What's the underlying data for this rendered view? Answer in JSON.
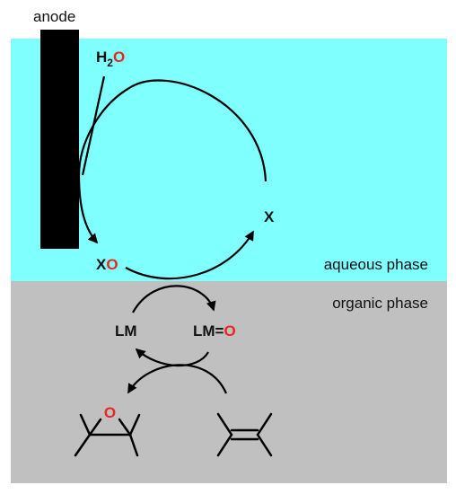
{
  "labels": {
    "anode": "anode",
    "aqueous_phase": "aqueous phase",
    "organic_phase": "organic phase"
  },
  "species": {
    "water_h": "H",
    "water_sub": "2",
    "water_o": "O",
    "x": "X",
    "xo_x": "X",
    "xo_o": "O",
    "lm": "LM",
    "lmo_lm": "LM=",
    "lmo_o": "O",
    "epoxide_o": "O"
  },
  "colors": {
    "aqueous": "#80ffff",
    "organic": "#c0c0c0",
    "electrode": "#000000",
    "oxygen": "#e8251f",
    "line": "#000000"
  }
}
